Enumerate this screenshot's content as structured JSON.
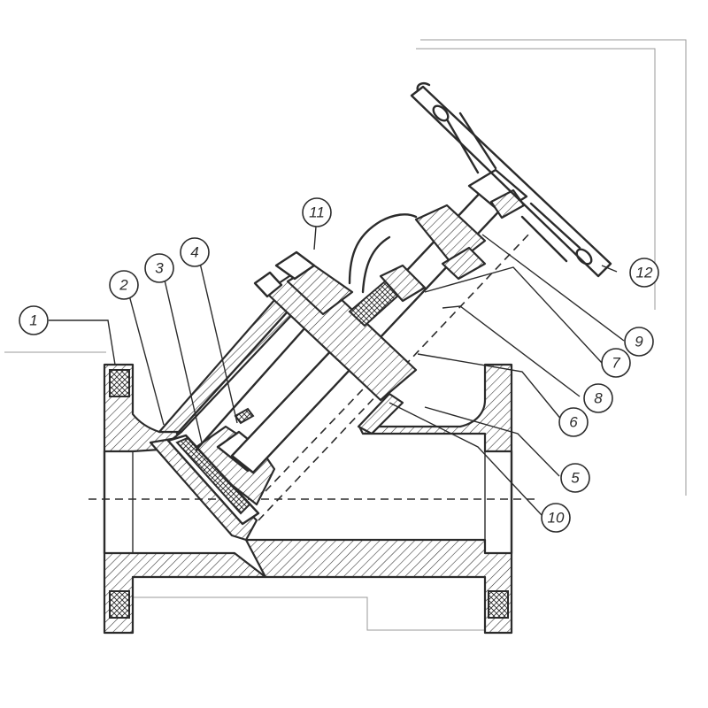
{
  "parts": [
    {
      "id": "part-1",
      "label": "1"
    },
    {
      "id": "part-2",
      "label": "2"
    },
    {
      "id": "part-3",
      "label": "3"
    },
    {
      "id": "part-4",
      "label": "4"
    },
    {
      "id": "part-5",
      "label": "5"
    },
    {
      "id": "part-6",
      "label": "6"
    },
    {
      "id": "part-7",
      "label": "7"
    },
    {
      "id": "part-8",
      "label": "8"
    },
    {
      "id": "part-9",
      "label": "9"
    },
    {
      "id": "part-10",
      "label": "10"
    },
    {
      "id": "part-11",
      "label": "11"
    },
    {
      "id": "part-12",
      "label": "12"
    }
  ],
  "colors": {
    "line": "#2b2b2b",
    "background": "#ffffff"
  }
}
